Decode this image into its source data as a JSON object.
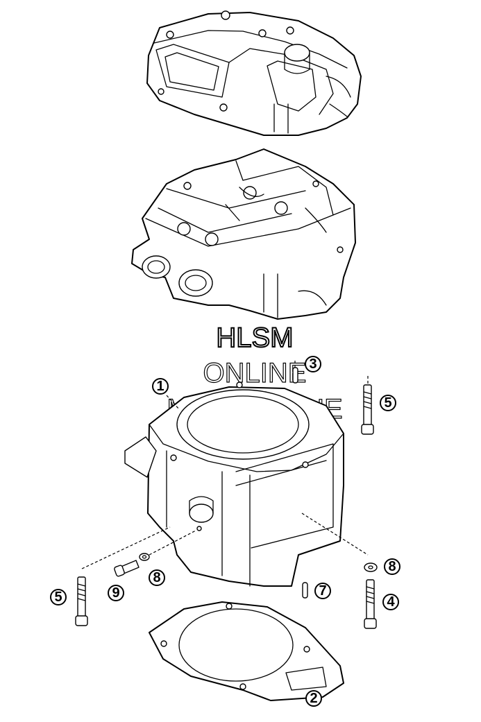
{
  "watermark": {
    "line1": "HLSM",
    "line2": "ONLINE",
    "line3": "MICROFICHE"
  },
  "callouts": {
    "c1": "1",
    "c2": "2",
    "c3": "3",
    "c4": "4",
    "c5a": "5",
    "c5b": "5",
    "c7": "7",
    "c8a": "8",
    "c8b": "8",
    "c9": "9"
  }
}
